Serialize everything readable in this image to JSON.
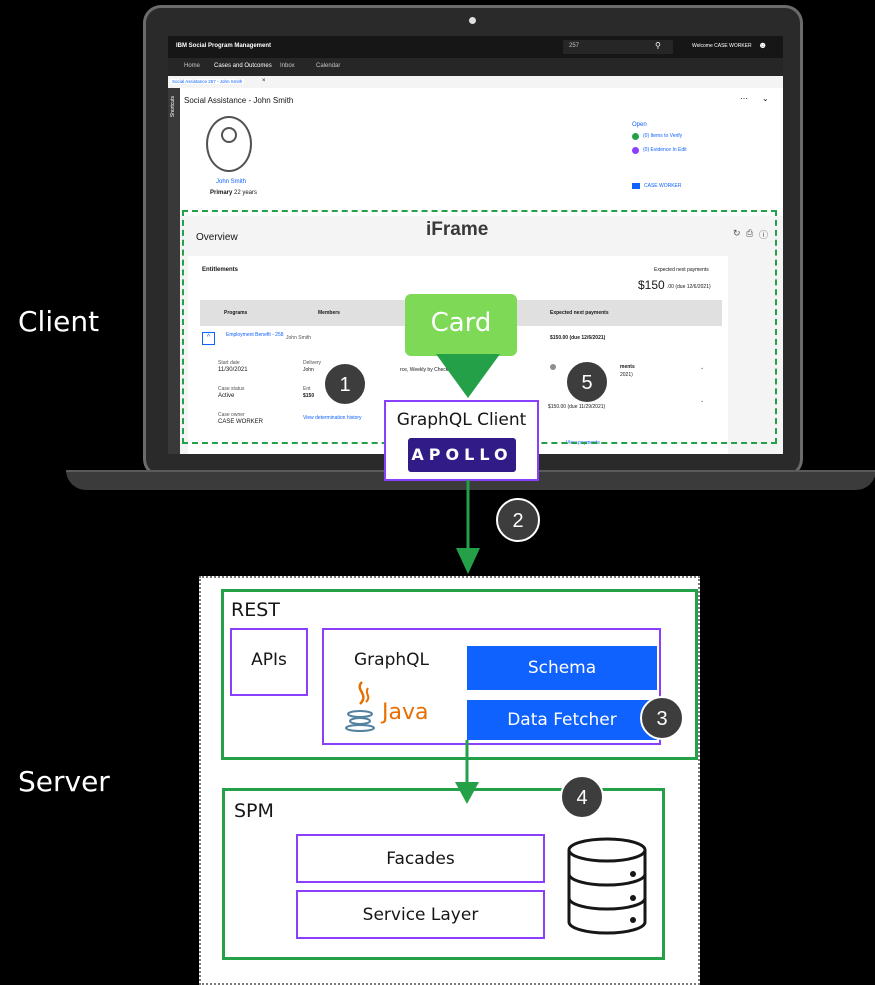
{
  "labels": {
    "client": "Client",
    "server": "Server"
  },
  "app": {
    "brand": "IBM Social Program Management",
    "search_value": "257",
    "welcome": "Welcome CASE WORKER",
    "nav": [
      "Home",
      "Cases and Outcomes",
      "Inbox",
      "Calendar"
    ],
    "open_tab": "Social Assistance 257 - John Smith",
    "shortcuts": "Shortcuts",
    "page_title": "Social Assistance - John Smith",
    "person_name": "John Smith",
    "person_role": "Primary",
    "person_age": "22 years",
    "status": "Open",
    "verify": "(0) Items to Verify",
    "evidence": "(0) Evidence In Edit",
    "owner_link": "CASE WORKER",
    "overview": "Overview",
    "entitlements": "Entitlements",
    "expected_label": "Expected next payments",
    "expected_amount": "$150",
    "expected_cents": ".00 (due 12/6/2021)",
    "table_headers": {
      "programs": "Programs",
      "members": "Members",
      "expected": "Expected next payments"
    },
    "program_name": "Employment Benefit - 258",
    "member_name": "John Smith",
    "row_expected": "$150.00 (due 12/6/2021)",
    "start_label": "Start date",
    "start_value": "11/30/2021",
    "case_status_label": "Case status",
    "case_status_value": "Active",
    "case_owner_label": "Case owner",
    "case_owner_value": "CASE WORKER",
    "delivery_frag": "Delivery",
    "delivery_name": "John",
    "delivery_text": "rce, Weekly by Check in Advance",
    "ent_label": "Ent",
    "ent_value": "$150",
    "history_link": "View determination history",
    "payments_frag": "ments",
    "payments_date_frag": "2021)",
    "payments_amount_frag": "$150.00 (due 11/29/2021)",
    "view_payments": "View payments"
  },
  "diagram": {
    "iframe": "iFrame",
    "card": "Card",
    "graphql_client": "GraphQL Client",
    "apollo": "APOLLO",
    "rest": "REST",
    "apis": "APIs",
    "graphql": "GraphQL",
    "java": "Java",
    "schema": "Schema",
    "data_fetcher": "Data Fetcher",
    "spm": "SPM",
    "facades": "Facades",
    "service_layer": "Service Layer",
    "badges": [
      "1",
      "2",
      "3",
      "4",
      "5"
    ]
  },
  "colors": {
    "green": "#24a148",
    "purple": "#8a3ffc",
    "blue": "#0f62fe",
    "apollo_bg": "#311c87"
  }
}
